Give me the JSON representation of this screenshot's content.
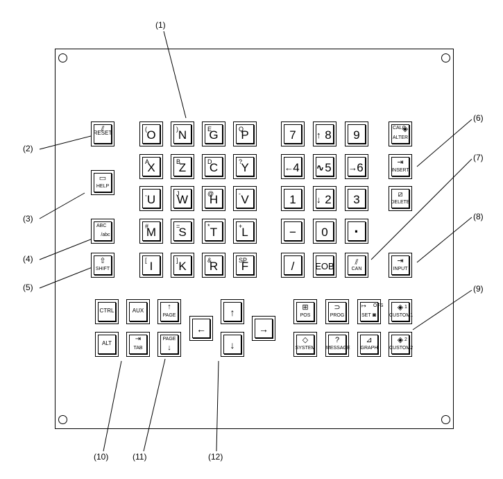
{
  "callouts": [
    "(1)",
    "(2)",
    "(3)",
    "(4)",
    "(5)",
    "(6)",
    "(7)",
    "(8)",
    "(9)",
    "(10)",
    "(11)",
    "(12)"
  ],
  "left_keys": {
    "reset": "RESET",
    "help": "HELP",
    "abc_top": "ABC",
    "abc_bottom": "/abc",
    "shift_icon": "⇧",
    "shift": "SHIFT"
  },
  "alpha_rows": [
    [
      {
        "main": "O",
        "sub": "("
      },
      {
        "main": "N",
        "sub": ")"
      },
      {
        "main": "G",
        "sub": "E"
      },
      {
        "main": "P",
        "sub": "Q"
      }
    ],
    [
      {
        "main": "X",
        "sub": "A"
      },
      {
        "main": "Z",
        "sub": "B"
      },
      {
        "main": "C",
        "sub": "D"
      },
      {
        "main": "Y",
        "sub": "?"
      }
    ],
    [
      {
        "main": "U",
        "sub": ","
      },
      {
        "main": "W",
        "sub": "J"
      },
      {
        "main": "H",
        "sub": "@"
      },
      {
        "main": "V",
        "sub": "-"
      }
    ],
    [
      {
        "main": "M",
        "sub": "#"
      },
      {
        "main": "S",
        "sub": "="
      },
      {
        "main": "T",
        "sub": "*"
      },
      {
        "main": "L",
        "sub": "+"
      }
    ],
    [
      {
        "main": "I",
        "sub": "["
      },
      {
        "main": "K",
        "sub": "]"
      },
      {
        "main": "R",
        "sub": "&"
      },
      {
        "main": "F",
        "sub": "SP"
      }
    ]
  ],
  "num_rows": [
    [
      {
        "main": "7"
      },
      {
        "main": "8",
        "arrow": "↑"
      },
      {
        "main": "9"
      }
    ],
    [
      {
        "main": "4",
        "arrow": "←"
      },
      {
        "main": "5",
        "arrow": "∿"
      },
      {
        "main": "6",
        "arrow": "→"
      }
    ],
    [
      {
        "main": "1"
      },
      {
        "main": "2",
        "arrow": "↓"
      },
      {
        "main": "3"
      }
    ],
    [
      {
        "main": "−"
      },
      {
        "main": "0"
      },
      {
        "main": "·"
      }
    ],
    [
      {
        "main": "/"
      },
      {
        "main": "EOB"
      },
      {
        "main": "CAN",
        "arrow": "⫽"
      }
    ]
  ],
  "edit_keys": {
    "calc": "CALC",
    "alter": "ALTER",
    "insert": "INSERT",
    "delete": "DELETE",
    "input": "INPUT"
  },
  "bottom_left": {
    "ctrl": "CTRL",
    "aux": "AUX",
    "alt": "ALT",
    "tab": "TAB",
    "page": "PAGE",
    "page_up": "↑",
    "page_down": "↓"
  },
  "cursor": {
    "up": "↑",
    "down": "↓",
    "left": "←",
    "right": "→"
  },
  "func_keys": {
    "pos": "POS",
    "prog": "PROG",
    "set": "SET",
    "ofs": "OFS",
    "custom1": "CUSTOM1",
    "custom1_num": "1",
    "system": "SYSTEM",
    "message": "MESSAGE",
    "graph": "GRAPH",
    "custom2": "CUSTOM2",
    "custom2_num": "2"
  }
}
